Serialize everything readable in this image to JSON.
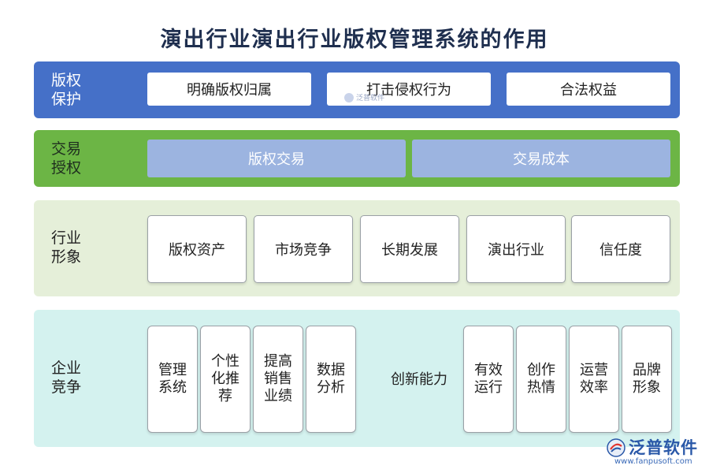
{
  "title": "演出行业演出行业版权管理系统的作用",
  "bands": {
    "protection": {
      "label": "版权\n保护",
      "items": [
        "明确版权归属",
        "打击侵权行为",
        "合法权益"
      ]
    },
    "trade": {
      "label": "交易\n授权",
      "items": [
        "版权交易",
        "交易成本"
      ]
    },
    "image": {
      "label": "行业\n形象",
      "items": [
        "版权资产",
        "市场竞争",
        "长期发展",
        "演出行业",
        "信任度"
      ]
    },
    "competition": {
      "label": "企业\n竞争",
      "left_items": [
        "管理\n系统",
        "个性\n化推\n荐",
        "提高\n销售\n业绩",
        "数据\n分析"
      ],
      "center": "创新能力",
      "right_items": [
        "有效\n运行",
        "创作\n热情",
        "运营\n效率",
        "品牌\n形象"
      ]
    }
  },
  "watermark": "泛普软件",
  "logo": {
    "name": "泛普软件",
    "url": "www.fanpusoft.com"
  },
  "colors": {
    "protection_band": "#4570c8",
    "trade_band": "#6cb545",
    "trade_box": "#9cb4e0",
    "image_band": "#e5efd9",
    "competition_band": "#d4f2ef",
    "title": "#1f2f4f"
  }
}
